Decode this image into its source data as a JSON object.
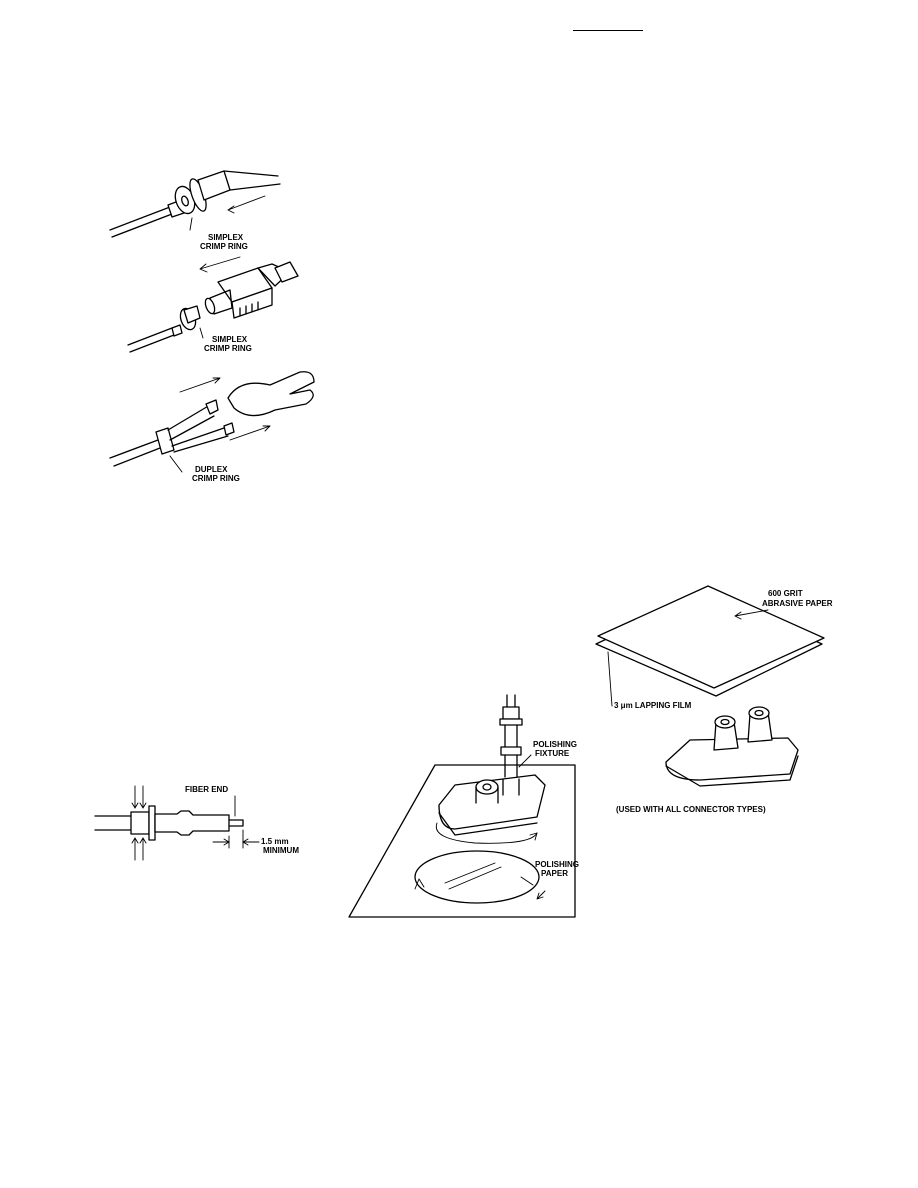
{
  "crimp_assembly": {
    "simplex_label_1": "SIMPLEX",
    "simplex_label_1b": "CRIMP RING",
    "simplex_label_2": "SIMPLEX",
    "simplex_label_2b": "CRIMP RING",
    "duplex_label": "DUPLEX",
    "duplex_label_b": "CRIMP RING"
  },
  "fiber_end": {
    "fiber_end_label": "FIBER END",
    "dimension_label": "1.5 mm",
    "dimension_label_b": "MINIMUM"
  },
  "polishing": {
    "fixture_label": "POLISHING",
    "fixture_label_b": "FIXTURE",
    "paper_label": "POLISHING",
    "paper_label_b": "PAPER"
  },
  "materials": {
    "abrasive_label": "600 GRIT",
    "abrasive_label_b": "ABRASIVE PAPER",
    "lapping_label": "3 μm LAPPING FILM",
    "usage_label": "(USED WITH ALL CONNECTOR TYPES)"
  }
}
